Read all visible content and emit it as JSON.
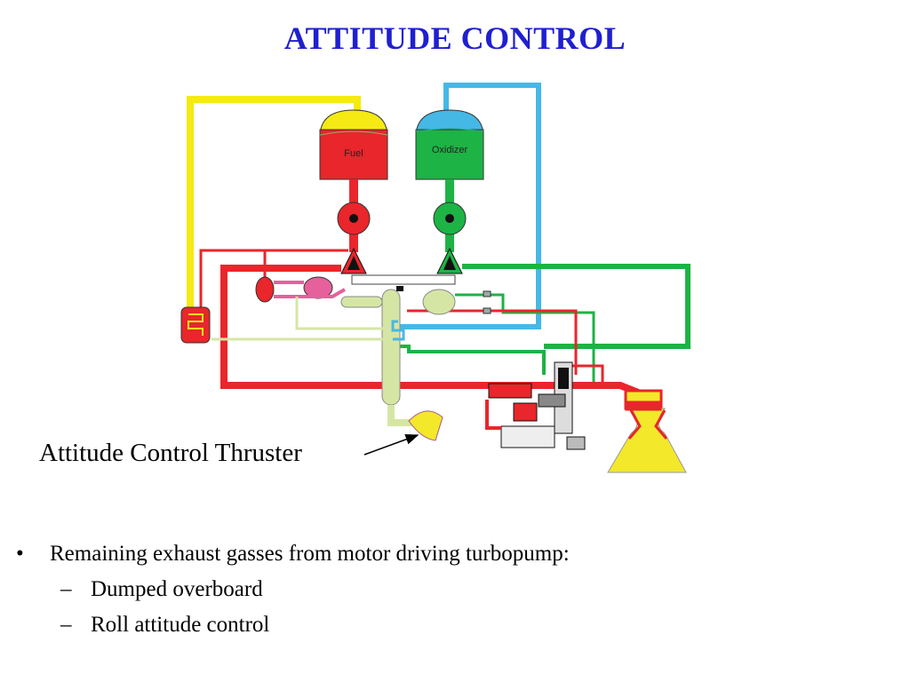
{
  "title": "ATTITUDE CONTROL",
  "diagram": {
    "fuel_tank_label": "Fuel",
    "oxidizer_tank_label": "Oxidizer",
    "colors": {
      "fuel": "#e8262b",
      "oxidizer": "#1db345",
      "pressurant_fuel": "#f5ea14",
      "pressurant_oxidizer": "#46b8e5",
      "turbine_gas": "#d5e6a4",
      "hot_gas": "#e6609b",
      "nozzle": "#f3e82a"
    }
  },
  "callout": {
    "label": "Attitude Control Thruster"
  },
  "bullets": [
    {
      "text": "Remaining exhaust gasses from motor driving turbopump:",
      "sub": [
        "Dumped overboard",
        "Roll attitude control"
      ]
    }
  ],
  "bullet_marks": {
    "main": "•",
    "sub": "–"
  },
  "title_color": "#1f1fd1"
}
